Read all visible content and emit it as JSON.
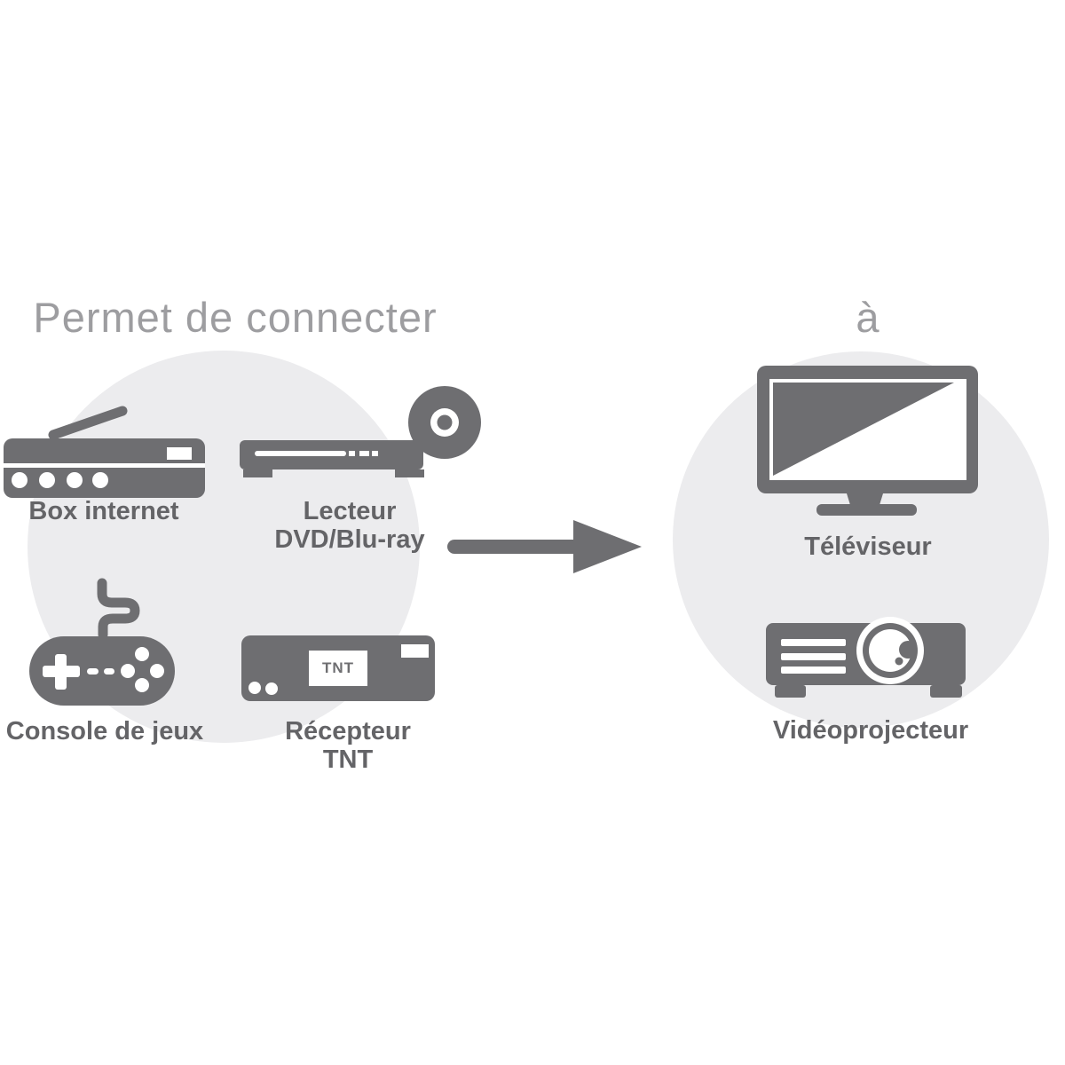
{
  "title": "Permet de connecter",
  "connector_word": "à",
  "sources": {
    "items": [
      {
        "id": "internet-box",
        "label": "Box internet"
      },
      {
        "id": "dvd-player",
        "label": "Lecteur\nDVD/Blu-ray"
      },
      {
        "id": "game-console",
        "label": "Console de jeux"
      },
      {
        "id": "tnt-receiver",
        "label": "Récepteur\nTNT"
      }
    ]
  },
  "targets": {
    "items": [
      {
        "id": "television",
        "label": "Téléviseur"
      },
      {
        "id": "projector",
        "label": "Vidéoprojecteur"
      }
    ]
  },
  "tnt_badge": "TNT",
  "icons": [
    "internet-box-icon",
    "dvd-player-icon",
    "game-controller-icon",
    "tnt-receiver-icon",
    "right-arrow-icon",
    "tv-icon",
    "projector-icon",
    "disc-icon"
  ],
  "colors": {
    "background": "#ffffff",
    "circle_fill": "#ececee",
    "icon_gray": "#6e6e71",
    "label_gray": "#646467",
    "title_gray": "#9d9da0"
  }
}
